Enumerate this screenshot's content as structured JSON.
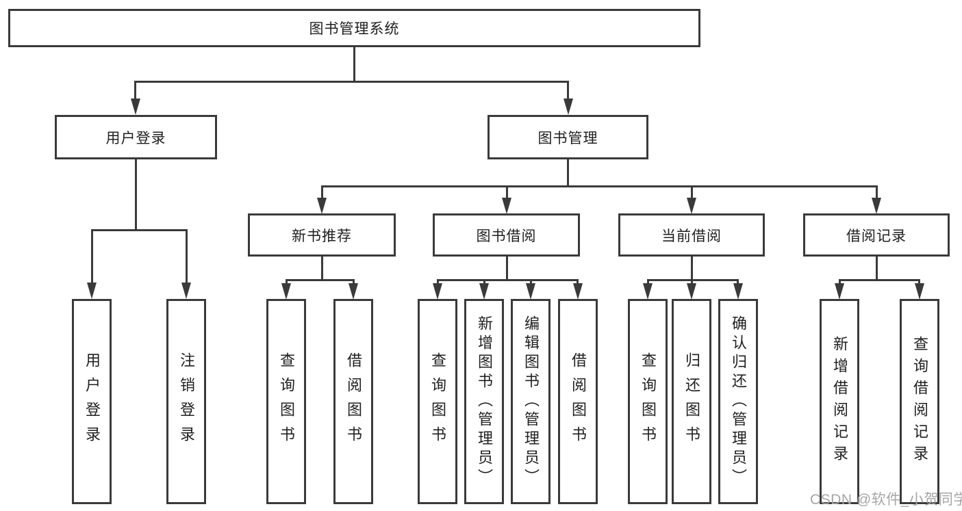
{
  "tree": {
    "label": "图书管理系统",
    "children": [
      {
        "label": "用户登录",
        "children": [
          {
            "label": "用户登录"
          },
          {
            "label": "注销登录"
          }
        ]
      },
      {
        "label": "图书管理",
        "children": [
          {
            "label": "新书推荐",
            "children": [
              {
                "label": "查询图书"
              },
              {
                "label": "借阅图书"
              }
            ]
          },
          {
            "label": "图书借阅",
            "children": [
              {
                "label": "查询图书"
              },
              {
                "label": "新增图书（管理员）"
              },
              {
                "label": "编辑图书（管理员）"
              },
              {
                "label": "借阅图书"
              }
            ]
          },
          {
            "label": "当前借阅",
            "children": [
              {
                "label": "查询图书"
              },
              {
                "label": "归还图书"
              },
              {
                "label": "确认归还（管理员）"
              }
            ]
          },
          {
            "label": "借阅记录",
            "children": [
              {
                "label": "新增借阅记录"
              },
              {
                "label": "查询借阅记录"
              }
            ]
          }
        ]
      }
    ]
  },
  "watermark": "CSDN @软件_小贺同学",
  "colors": {
    "line": "#3a3a3a",
    "text": "#1f1f1f",
    "watermark": "#a6a6a6",
    "background": "#ffffff"
  }
}
